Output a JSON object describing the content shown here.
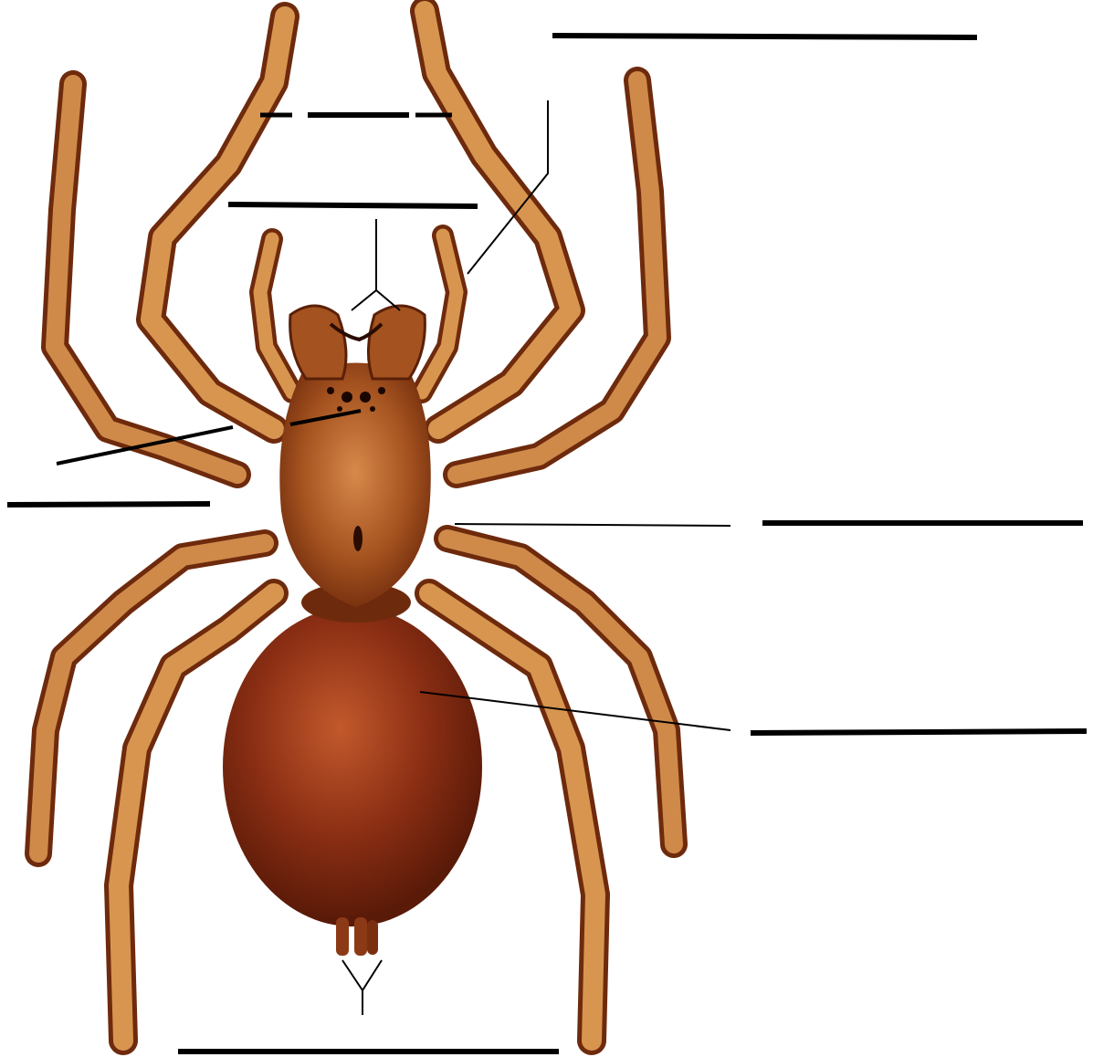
{
  "diagram": {
    "subject": "spider-dorsal-view",
    "labels": [
      {
        "id": "label-top-right",
        "text": ""
      },
      {
        "id": "label-pedipalp",
        "text": ""
      },
      {
        "id": "label-chelicerae",
        "text": ""
      },
      {
        "id": "label-eyes",
        "text": ""
      },
      {
        "id": "label-leg",
        "text": ""
      },
      {
        "id": "label-cephalothorax",
        "text": ""
      },
      {
        "id": "label-abdomen",
        "text": ""
      },
      {
        "id": "label-spinnerets",
        "text": ""
      }
    ],
    "colors": {
      "body_dark": "#6e2a0c",
      "body_mid": "#a4521f",
      "body_light": "#d88f4a",
      "leg_highlight": "#f0b36a",
      "abdomen": "#8c2f14",
      "line": "#000000"
    }
  }
}
